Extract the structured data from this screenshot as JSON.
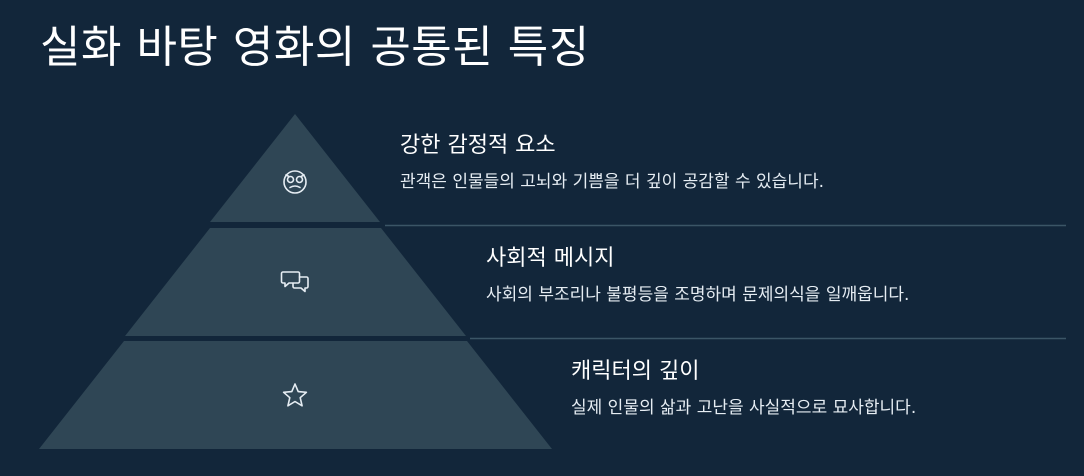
{
  "title": "실화 바탕 영화의 공통된 특징",
  "colors": {
    "background": "#12263a",
    "tier_fill": "#2f4655",
    "divider": "#3b5566",
    "icon": "#e6edf3",
    "heading": "#ffffff",
    "description": "#e6edf3"
  },
  "levels": [
    {
      "heading": "강한 감정적 요소",
      "description": "관객은 인물들의 고뇌와 기쁨을 더 깊이 공감할 수 있습니다.",
      "icon": "emotion-face-icon"
    },
    {
      "heading": "사회적 메시지",
      "description": "사회의 부조리나 불평등을 조명하며 문제의식을 일깨웁니다.",
      "icon": "speech-bubbles-icon"
    },
    {
      "heading": "캐릭터의 깊이",
      "description": "실제 인물의 삶과 고난을 사실적으로 묘사합니다.",
      "icon": "star-icon"
    }
  ]
}
